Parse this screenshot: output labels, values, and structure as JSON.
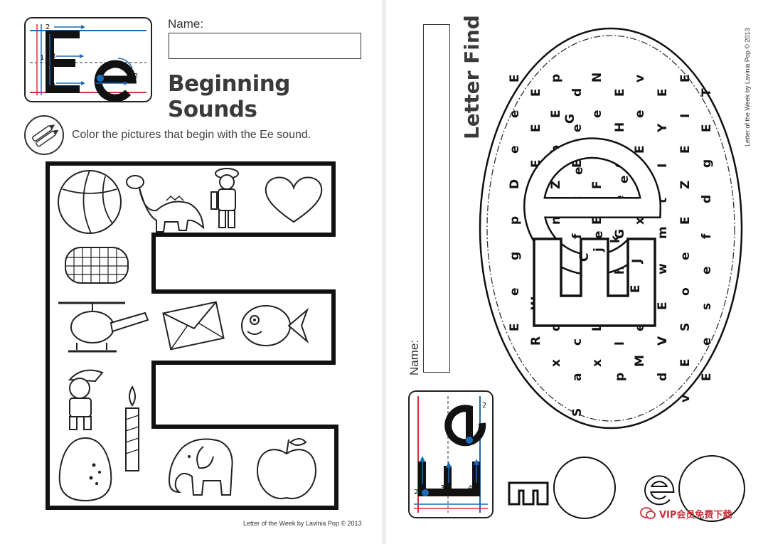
{
  "left_page": {
    "name_label": "Name:",
    "title": "Beginning Sounds",
    "instruction": "Color the pictures that begin with the Ee sound.",
    "footer": "Letter of the Week by Lavinia Pop © 2013",
    "card": {
      "big": "E",
      "small": "e",
      "steps": [
        "1",
        "2",
        "3",
        "4",
        "1",
        "2"
      ]
    },
    "pictures": [
      "ball-icon",
      "dinosaur-icon",
      "explorer-icon",
      "heart-icon",
      "corn-icon",
      "helicopter-icon",
      "envelope-icon",
      "fish-icon",
      "elf-icon",
      "candle-icon",
      "egg-icon",
      "elephant-icon",
      "apple-icon"
    ]
  },
  "right_page": {
    "name_label": "Name:",
    "title": "Letter Find",
    "footer": "Letter of the Week by Lavinia Pop © 2013",
    "card": {
      "big": "E",
      "small": "e",
      "steps": [
        "1",
        "2",
        "1",
        "2",
        "3",
        "4"
      ]
    },
    "big_e_inner_letters": [
      "C",
      "e",
      "j",
      "k",
      "E",
      "J",
      "e",
      "G",
      "e"
    ],
    "bottom_big": "E",
    "bottom_small": "e"
  },
  "watermark": "VIP会员免费下载",
  "colors": {
    "blue": "#1a6bb8",
    "red": "#d8313a",
    "dashed": "#555555"
  }
}
